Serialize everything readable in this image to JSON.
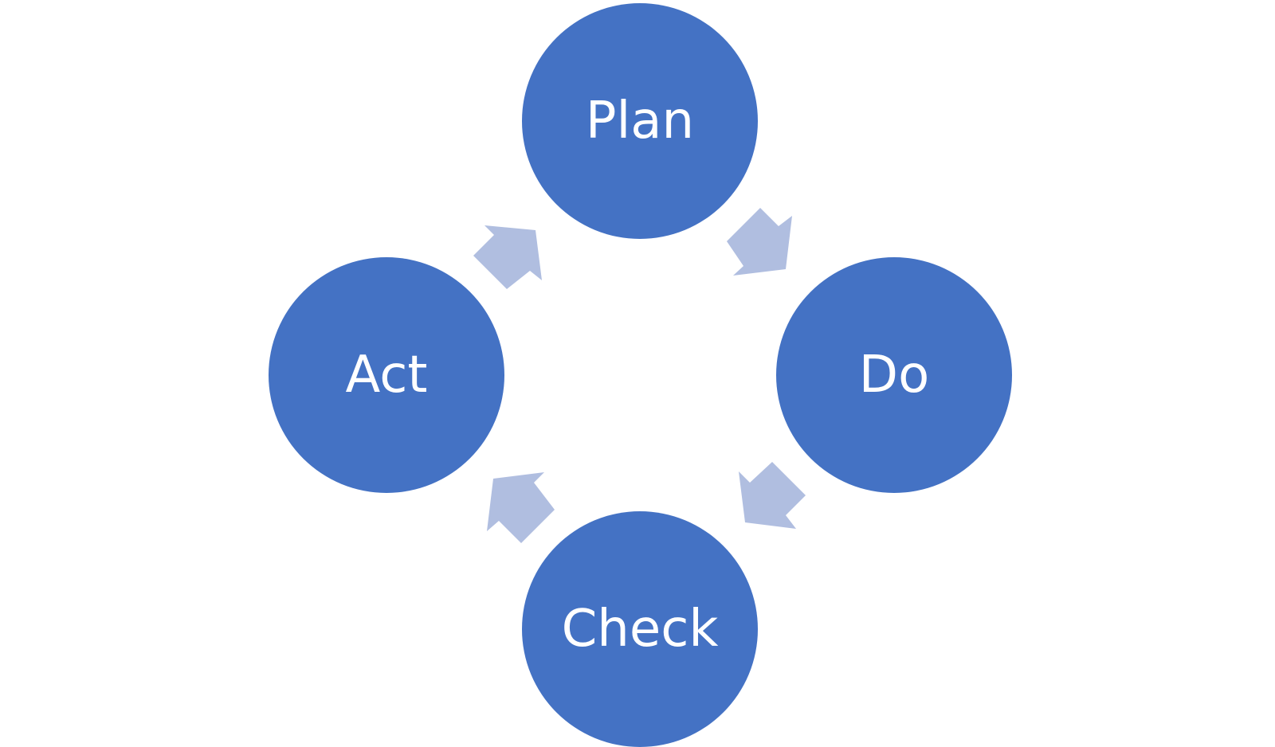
{
  "diagram": {
    "type": "cycle",
    "colors": {
      "node_fill": "#4472C4",
      "arrow_fill": "#B0BEE0",
      "label_color": "#FFFFFF",
      "background": "#FFFFFF"
    },
    "nodes": [
      {
        "id": "plan",
        "label": "Plan"
      },
      {
        "id": "do",
        "label": "Do"
      },
      {
        "id": "check",
        "label": "Check"
      },
      {
        "id": "act",
        "label": "Act"
      }
    ],
    "edges": [
      {
        "from": "plan",
        "to": "do"
      },
      {
        "from": "do",
        "to": "check"
      },
      {
        "from": "check",
        "to": "act"
      },
      {
        "from": "act",
        "to": "plan"
      }
    ]
  }
}
